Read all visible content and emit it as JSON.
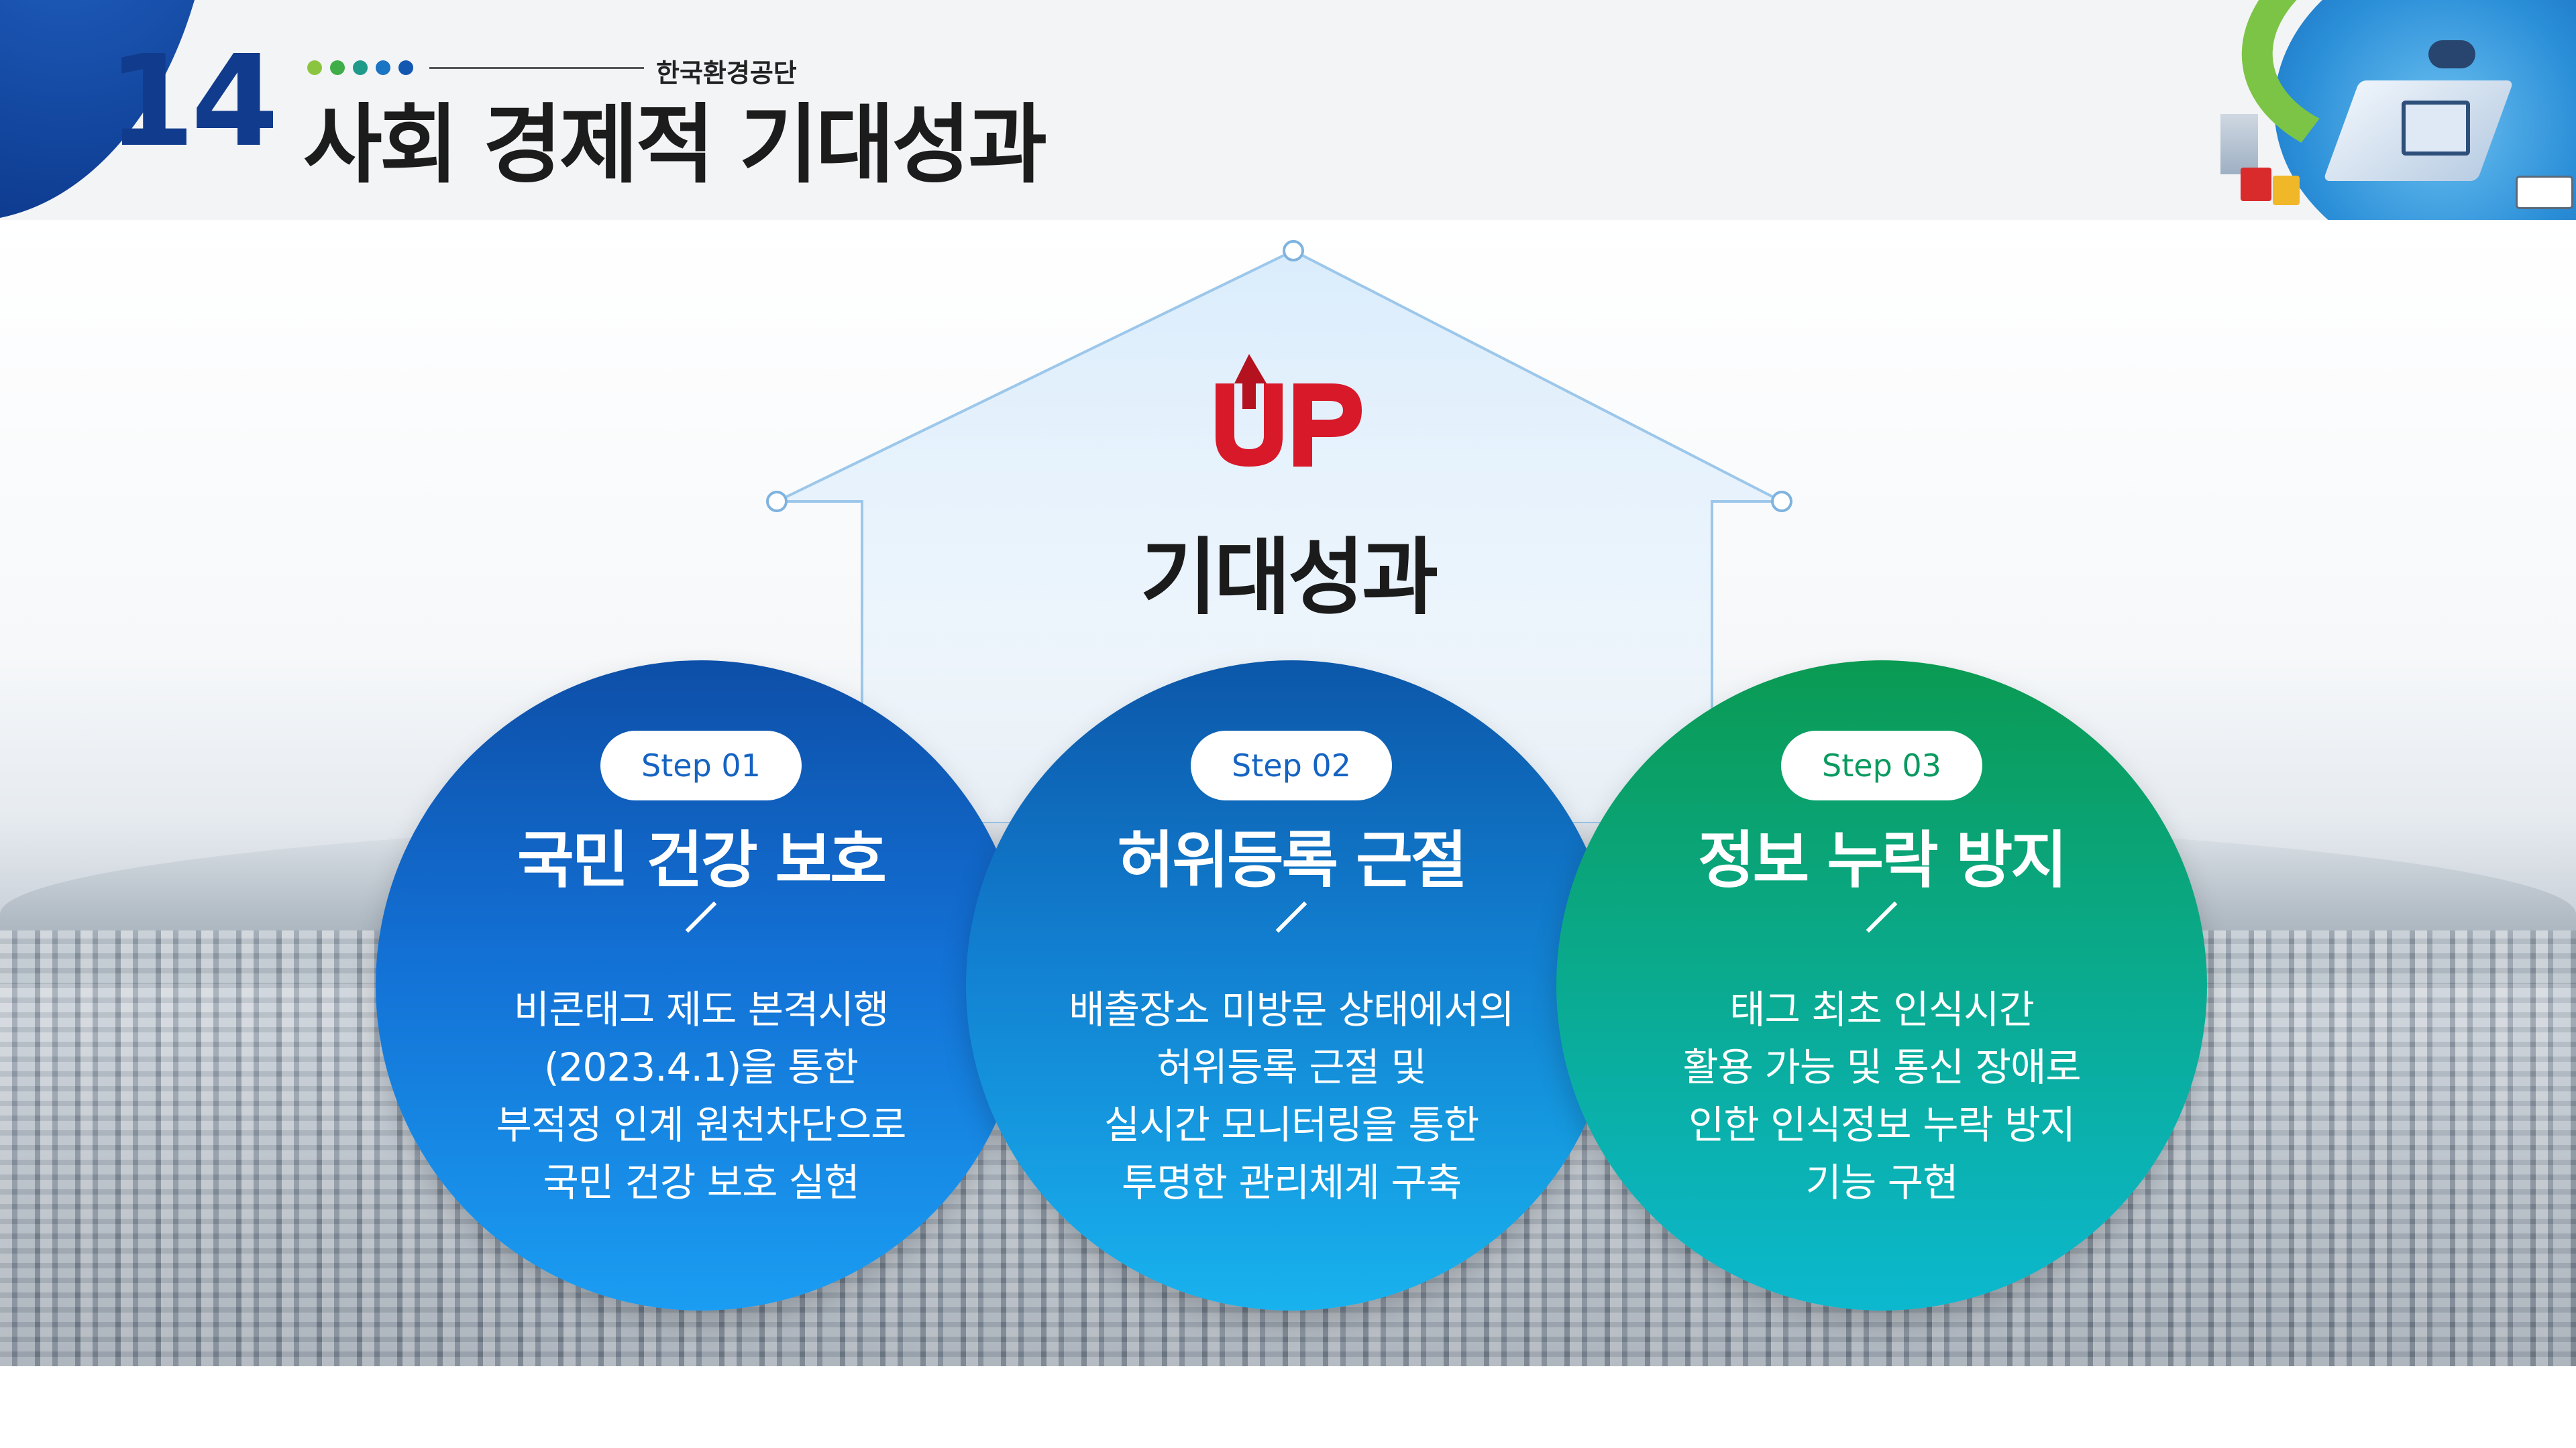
{
  "header": {
    "slide_number": "14",
    "organization": "한국환경공단",
    "title": "사회 경제적 기대성과",
    "dot_colors": [
      "#8bc53f",
      "#3fae49",
      "#1d9a8a",
      "#1a74c4",
      "#1257b0"
    ]
  },
  "hero": {
    "logo_text": "UP",
    "title": "기대성과"
  },
  "steps": [
    {
      "badge": "Step 01",
      "heading": "국민 건강 보호",
      "lines": [
        "비콘태그 제도 본격시행",
        "(2023.4.1)을 통한",
        "부적정 인계 원천차단으로",
        "국민 건강 보호 실현"
      ]
    },
    {
      "badge": "Step 02",
      "heading": "허위등록 근절",
      "lines": [
        "배출장소 미방문 상태에서의",
        "허위등록 근절 및",
        "실시간 모니터링을 통한",
        "투명한 관리체계 구축"
      ]
    },
    {
      "badge": "Step 03",
      "heading": "정보 누락 방지",
      "lines": [
        "태그 최초 인식시간",
        "활용 가능 및 통신 장애로",
        "인한 인식정보 누락 방지",
        "기능 구현"
      ]
    }
  ],
  "colors": {
    "navy": "#113b8c",
    "up_red": "#d7192a",
    "step1": "#1370d4",
    "step2": "#127fd0",
    "step3": "#0aa98a"
  }
}
